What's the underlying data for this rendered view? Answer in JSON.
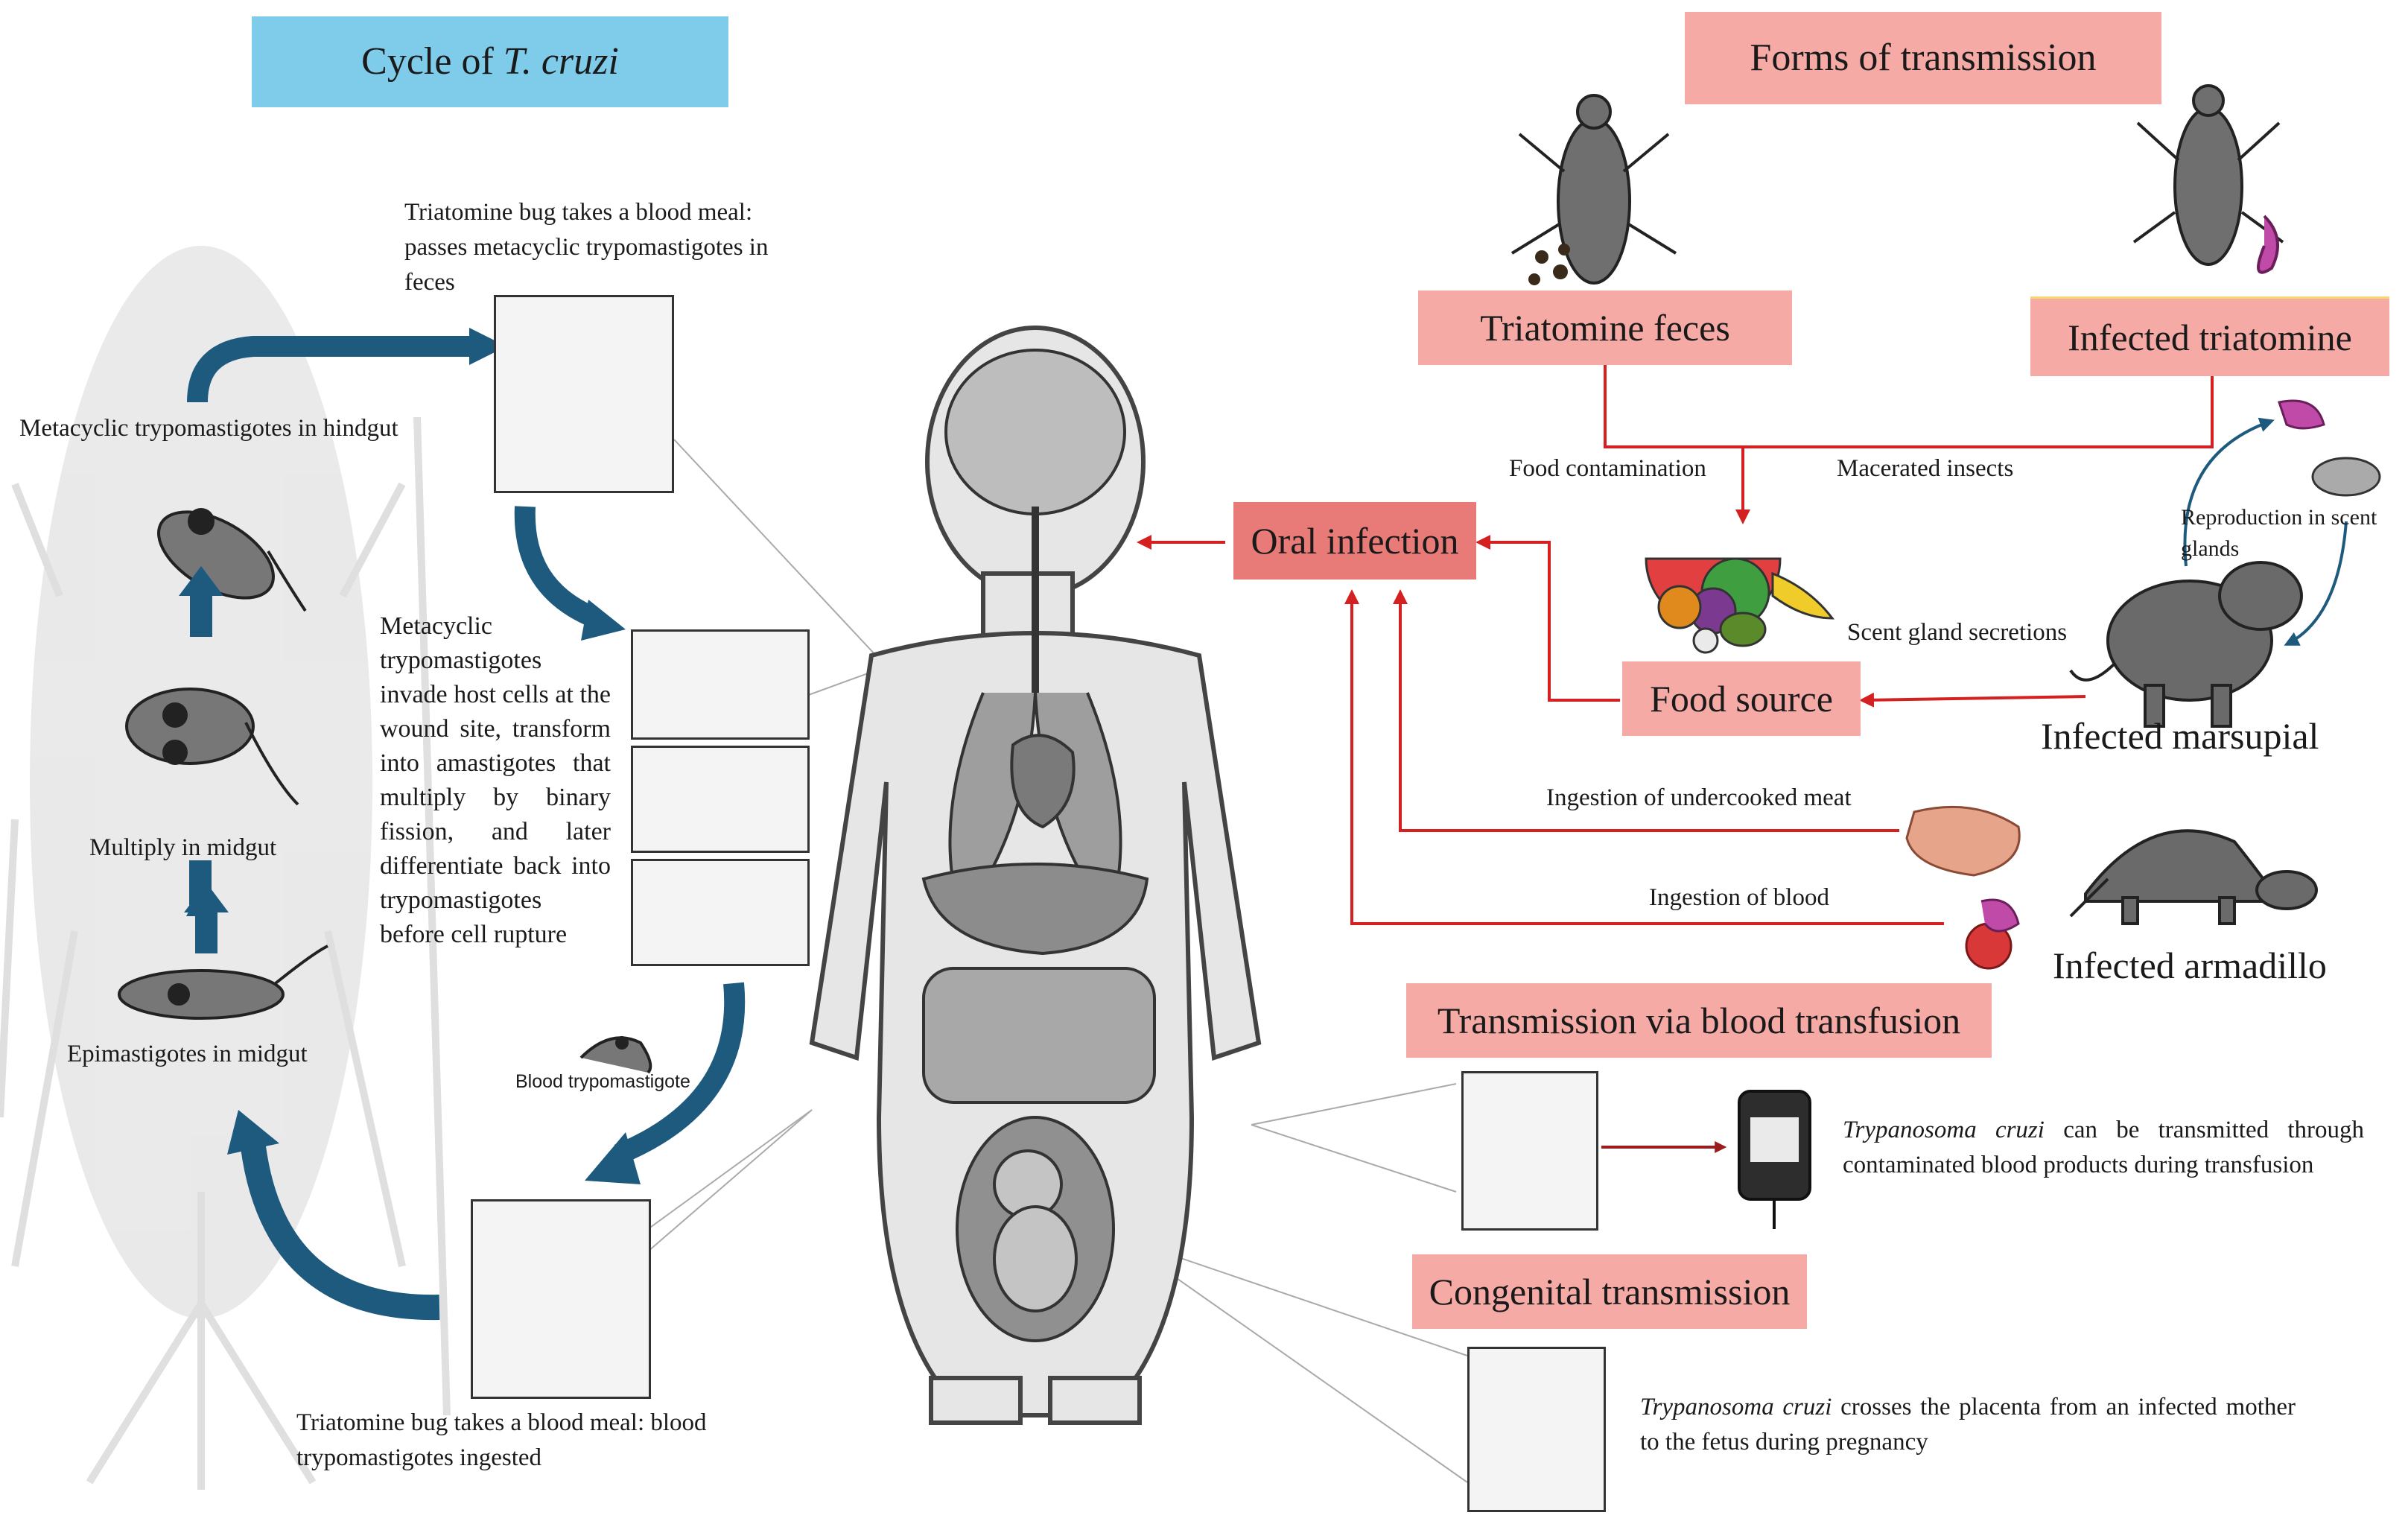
{
  "cycle": {
    "title_prefix": "Cycle of ",
    "title_species": "T. cruzi",
    "step_top": "Triatomine bug takes a blood meal: passes metacyclic trypomastigotes in feces",
    "hindgut": "Metacyclic trypomastigotes in hindgut",
    "invade": "Metacyclic trypomastigotes invade host cells at the wound site, transform into amastigotes that multiply by binary fission, and later differentiate back into trypomastigotes before cell rupture",
    "midgut_multiply": "Multiply in midgut",
    "epimastigotes": "Epimastigotes in midgut",
    "blood_trypo": "Blood trypomastigote",
    "step_bottom": "Triatomine bug takes a blood meal: blood trypomastigotes ingested"
  },
  "transmission": {
    "title": "Forms of transmission",
    "triatomine_feces": "Triatomine feces",
    "infected_triatomine": "Infected triatomine",
    "food_contamination": "Food contamination",
    "macerated_insects": "Macerated insects",
    "reproduction": "Reproduction in scent glands",
    "oral_infection": "Oral infection",
    "scent_gland": "Scent gland secretions",
    "food_source": "Food source",
    "infected_marsupial": "Infected marsupial",
    "undercooked_meat": "Ingestion of undercooked meat",
    "ingestion_blood": "Ingestion of blood",
    "infected_armadillo": "Infected armadillo",
    "blood_transfusion": "Transmission via blood transfusion",
    "transfusion_species": "Trypanosoma cruzi",
    "transfusion_text": " can be transmitted through contaminated blood products during transfusion",
    "congenital": "Congenital transmission",
    "congenital_species": "Trypanosoma cruzi",
    "congenital_text": " crosses the placenta from an infected mother to the fetus during pregnancy"
  },
  "colors": {
    "header_blue": "#7fcbea",
    "box_pink": "#f6aaa5",
    "oral_red": "#e87b78",
    "cycle_arrow": "#1d5a7e",
    "transmission_arrow": "#d42020"
  }
}
